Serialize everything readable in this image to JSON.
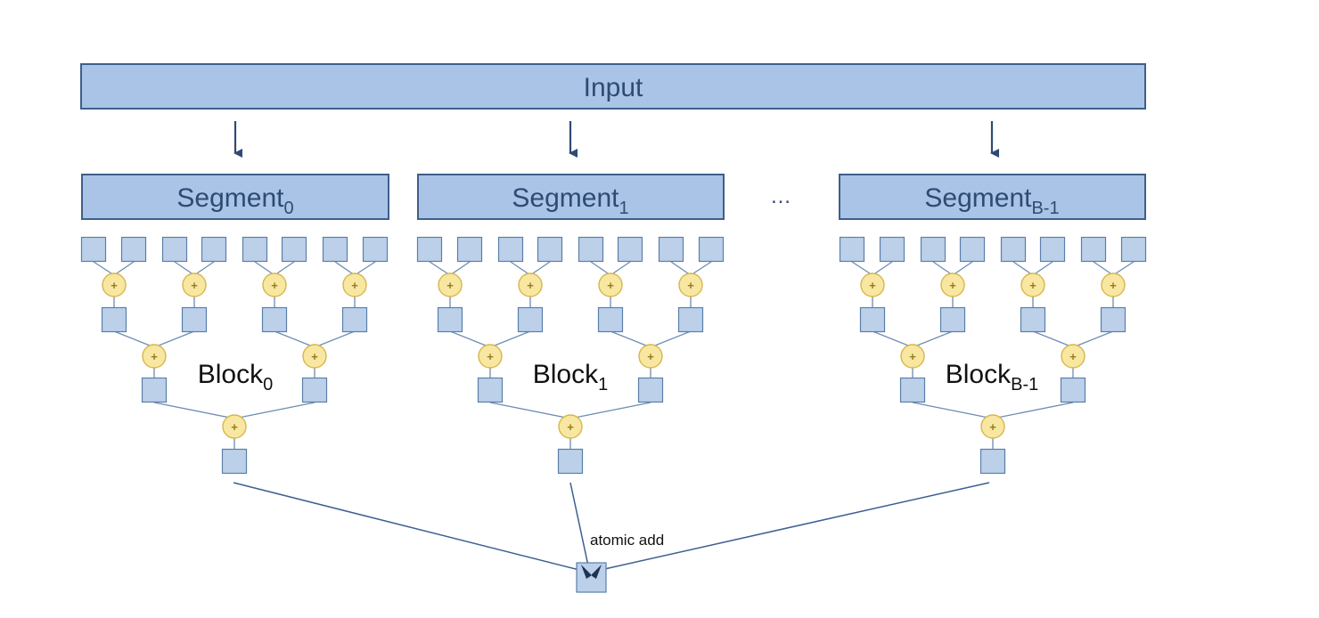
{
  "input": {
    "label": "Input"
  },
  "segments": [
    {
      "base": "Segment",
      "sub": "0"
    },
    {
      "base": "Segment",
      "sub": "1"
    },
    {
      "base": "Segment",
      "sub": "B-1"
    }
  ],
  "ellipsis": "…",
  "blocks": [
    {
      "base": "Block",
      "sub": "0"
    },
    {
      "base": "Block",
      "sub": "1"
    },
    {
      "base": "Block",
      "sub": "B-1"
    }
  ],
  "operator_symbol": "+",
  "reduction": {
    "label": "atomic add"
  },
  "colors": {
    "box_fill": "#a9c4e6",
    "box_border": "#3e5f8a",
    "leaf_fill": "#bcd0ea",
    "adder_fill": "#f7e7a1",
    "adder_border": "#d8b64a",
    "text_dark": "#2f4b73"
  }
}
